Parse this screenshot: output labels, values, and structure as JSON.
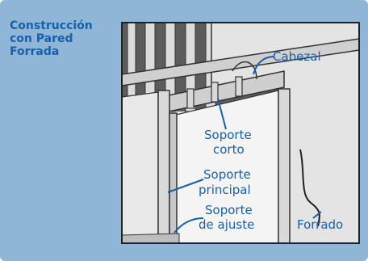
{
  "title": {
    "line1": "Construcción",
    "line2": "con Pared",
    "line3": "Forrada"
  },
  "labels": {
    "cabezal": "Cabezal",
    "soporte_corto_1": "Soporte",
    "soporte_corto_2": "corto",
    "soporte_principal_1": "Soporte",
    "soporte_principal_2": "principal",
    "soporte_ajuste_1": "Soporte",
    "soporte_ajuste_2": "de ajuste",
    "forrado": "Forrado"
  },
  "colors": {
    "panel_background": "#8fb6d6",
    "title_text": "#1660ad",
    "label_text": "#1660ad",
    "frame_border": "#222222",
    "drywall": "#e6e6e6"
  }
}
